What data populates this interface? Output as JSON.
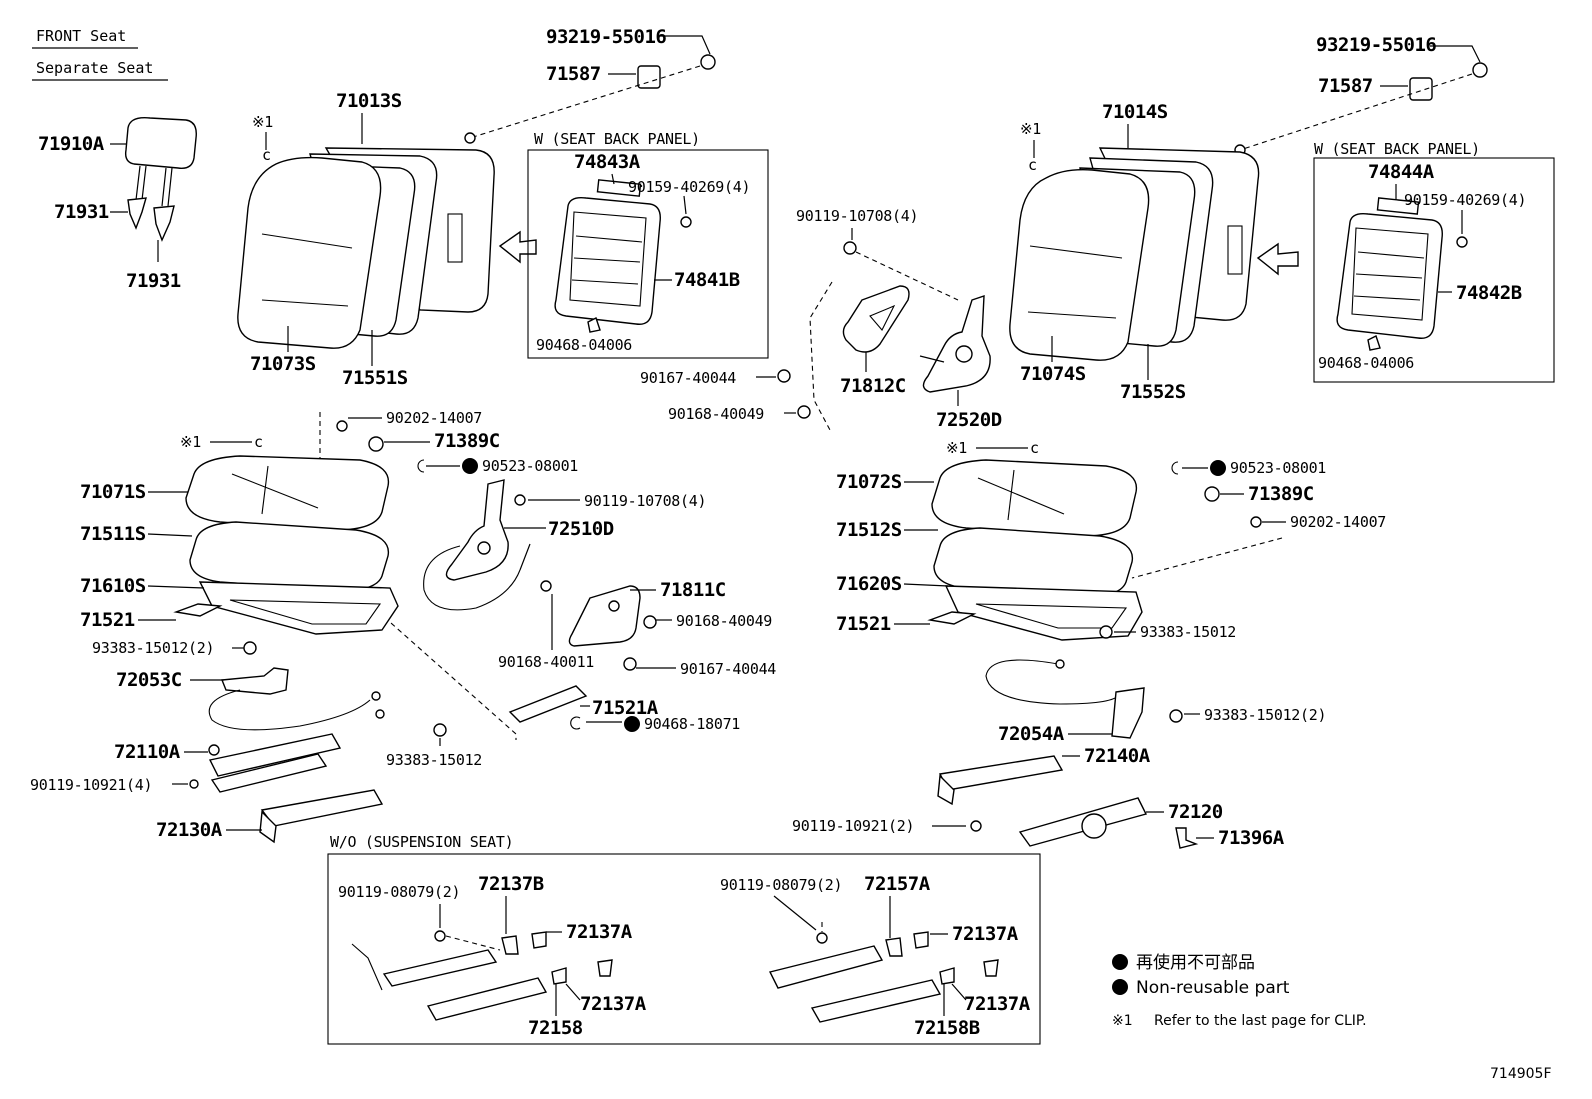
{
  "header": {
    "line1": "FRONT Seat",
    "line2": "Separate Seat"
  },
  "clip_mark": "※1",
  "left": {
    "bolt_top": "93219-55016",
    "cover_71587": "71587",
    "headrest": "71910A",
    "support1": "71931",
    "support2": "71931",
    "back_cover": "71013S",
    "back_assy": "71073S",
    "back_pad": "71551S",
    "cushion_cover": "71071S",
    "cushion_pad": "71511S",
    "frame": "71610S",
    "plate": "71521",
    "screw_93383_2": "93383-15012(2)",
    "lever": "72053C",
    "adjuster_wire": "72110A",
    "bolt_90119_4": "90119-10921(4)",
    "rail": "72130A",
    "screw_93383": "93383-15012",
    "w_90202": "90202-14007",
    "knob": "71389C",
    "clip_90523": "90523-08001",
    "bolt_90119_10708": "90119-10708(4)",
    "hinge": "72510D",
    "shield": "71811C",
    "screw_90168": "90168-40049",
    "screw_90168_40011": "90168-40011",
    "screw_90167": "90167-40044",
    "cover_71521A": "71521A",
    "clip_90468": "90468-18071"
  },
  "left_panel": {
    "title": "W (SEAT BACK PANEL)",
    "top": "74843A",
    "screw": "90159-40269(4)",
    "board": "74841B",
    "clip": "90468-04006"
  },
  "center": {
    "bolt": "90119-10708(4)",
    "screw_a": "90167-40044",
    "screw_b": "90168-40049",
    "shield": "71812C",
    "hinge": "72520D"
  },
  "right": {
    "bolt_top": "93219-55016",
    "cover_71587": "71587",
    "back_cover": "71014S",
    "back_assy": "71074S",
    "back_pad": "71552S",
    "cushion_cover": "71072S",
    "cushion_pad": "71512S",
    "frame": "71620S",
    "plate": "71521",
    "clip_90523": "90523-08001",
    "knob": "71389C",
    "w_90202": "90202-14007",
    "screw_93383": "93383-15012",
    "screw_93383_2": "93383-15012(2)",
    "lever": "72054A",
    "rail": "72140A",
    "bolt_90119": "90119-10921(2)",
    "adjuster": "72120",
    "hook": "71396A"
  },
  "right_panel": {
    "title": "W (SEAT BACK PANEL)",
    "top": "74844A",
    "screw": "90159-40269(4)",
    "board": "74842B",
    "clip": "90468-04006"
  },
  "suspension": {
    "title": "W/O (SUSPENSION SEAT)",
    "l_bolt": "90119-08079(2)",
    "l_72137B": "72137B",
    "l_72137A_1": "72137A",
    "l_72137A_2": "72137A",
    "l_72158": "72158",
    "r_bolt": "90119-08079(2)",
    "r_72157A": "72157A",
    "r_72137A_1": "72137A",
    "r_72137A_2": "72137A",
    "r_72158B": "72158B"
  },
  "legend": {
    "jp": "再使用不可部品",
    "en": "Non-reusable part",
    "note": "Refer to the last page for CLIP."
  },
  "diagram_id": "714905F"
}
